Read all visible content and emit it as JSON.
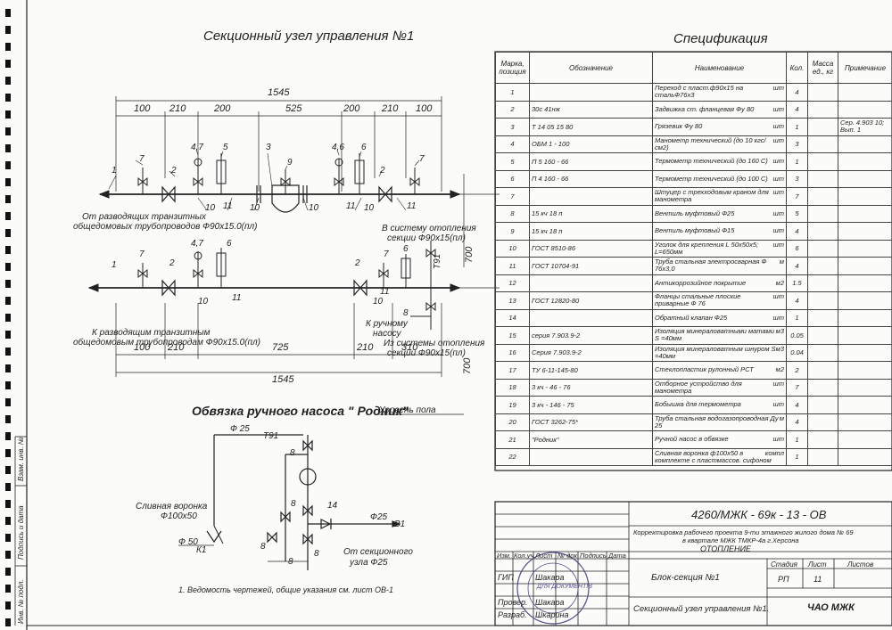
{
  "titles": {
    "unit": "Секционный узел управления №1",
    "spec": "Спецификация",
    "pump": "Обвязка ручного насоса \" Родник\"",
    "floor": "Уровень пола"
  },
  "dims_top": {
    "total": "1545",
    "parts": [
      "100",
      "210",
      "200",
      "525",
      "200",
      "210",
      "100"
    ]
  },
  "dims_bottom": {
    "total": "1545",
    "parts": [
      "100",
      "210",
      "725",
      "210",
      "310"
    ]
  },
  "dims_side": [
    "700",
    "700"
  ],
  "scheme_labels": {
    "from": "От  разводящих транзитных",
    "from2": "общедомовых трубопроводов Ф90х15.0(пл)",
    "to_system": "В систему отопления",
    "to_system2": "секции Ф90х15(пл)",
    "to": "К  разводящим транзитным",
    "to2": "общедомовым трубопроводам Ф90х15.0(пл)",
    "to_pump": "К ручному",
    "to_pump2": "насосу",
    "from_system": "Из системы отопления",
    "from_system2": "секции Ф90х15(пл)",
    "t91": "Т91"
  },
  "callouts_top": [
    "1",
    "7",
    "2",
    "4,7",
    "5",
    "3",
    "9",
    "4,6",
    "6",
    "2",
    "7",
    "10",
    "11",
    "10",
    "10",
    "11",
    "10",
    "11"
  ],
  "callouts_bottom": [
    "1",
    "7",
    "2",
    "4,7",
    "6",
    "2",
    "7",
    "6",
    "10",
    "11",
    "10",
    "11",
    "8"
  ],
  "pump_labels": {
    "d25": "Ф 25",
    "t91": "Т91",
    "drain": "Сливная воронка",
    "drain2": "Ф100х50",
    "d50": "Ф 50",
    "k1": "К1",
    "d25b": "Ф25",
    "b1": "В1",
    "from_unit": "От секционного",
    "from_unit2": "узла Ф25",
    "n8a": "8",
    "n8b": "8",
    "n8c": "8",
    "n8d": "8",
    "n8e": "8",
    "n14": "14"
  },
  "note": "1. Ведомость чертежей, общие указания см. лист ОВ-1",
  "spec": {
    "headers": [
      "Марка, позиция",
      "Обозначение",
      "Наименование",
      "Кол.",
      "Масса ед., кг",
      "Примечание"
    ],
    "rows": [
      {
        "pos": "1",
        "des": "",
        "name": "Переход с пласт.ф90х15 на стальФ76х3",
        "unit": "шт",
        "qty": "4",
        "mass": "",
        "note": ""
      },
      {
        "pos": "2",
        "des": "30с 41нж",
        "name": "Задвижка ст. фланцевая  Фу 80",
        "unit": "шт",
        "qty": "4",
        "mass": "",
        "note": ""
      },
      {
        "pos": "3",
        "des": "Т 14 05 15 80",
        "name": "Грязевик  Фу 80",
        "unit": "шт",
        "qty": "1",
        "mass": "",
        "note": "Сер. 4.903 10; Вып. 1"
      },
      {
        "pos": "4",
        "des": "ОБМ 1 - 100",
        "name": "Манометр технический (до 10 кгс/см2)",
        "unit": "шт",
        "qty": "3",
        "mass": "",
        "note": ""
      },
      {
        "pos": "5",
        "des": "П 5  160 - 66",
        "name": "Термометр технический (до 160 С)",
        "unit": "шт",
        "qty": "1",
        "mass": "",
        "note": ""
      },
      {
        "pos": "6",
        "des": "П 4  160 - 66",
        "name": "Термометр технический (до 100 С)",
        "unit": "шт",
        "qty": "3",
        "mass": "",
        "note": ""
      },
      {
        "pos": "7",
        "des": "",
        "name": "Штуцер с трехходовым  краном для манометра",
        "unit": "шт",
        "qty": "7",
        "mass": "",
        "note": ""
      },
      {
        "pos": "8",
        "des": "15 кч 18 п",
        "name": "Вентиль муфтовый   Ф25",
        "unit": "шт",
        "qty": "5",
        "mass": "",
        "note": ""
      },
      {
        "pos": "9",
        "des": "15 кч 18 п",
        "name": "Вентиль муфтовый  Ф15",
        "unit": "шт",
        "qty": "4",
        "mass": "",
        "note": ""
      },
      {
        "pos": "10",
        "des": "ГОСТ 8510-86",
        "name": "Уголок для крепления L 50х50х5;   L=650мм",
        "unit": "шт",
        "qty": "6",
        "mass": "",
        "note": ""
      },
      {
        "pos": "11",
        "des": "ГОСТ 10704-91",
        "name": "Труба стальная электросварная Ф 76х3,0",
        "unit": "м",
        "qty": "4",
        "mass": "",
        "note": ""
      },
      {
        "pos": "12",
        "des": "",
        "name": "Антикоррозийное покрытие",
        "unit": "м2",
        "qty": "1.5",
        "mass": "",
        "note": ""
      },
      {
        "pos": "13",
        "des": "ГОСТ 12820-80",
        "name": "Фланцы стальные плоские приварные  Ф 76",
        "unit": "шт",
        "qty": "4",
        "mass": "",
        "note": ""
      },
      {
        "pos": "14",
        "des": "",
        "name": "Обратный клапан Ф25",
        "unit": "шт",
        "qty": "1",
        "mass": "",
        "note": ""
      },
      {
        "pos": "15",
        "des": "серия 7.903.9-2",
        "name": "Изоляция минераловатными матами    S  =40мм",
        "unit": "м3",
        "qty": "0.05",
        "mass": "",
        "note": ""
      },
      {
        "pos": "16",
        "des": "Серия 7.903.9-2",
        "name": "Изоляция минераловатным шнуром   S  =40мм",
        "unit": "м3",
        "qty": "0.04",
        "mass": "",
        "note": ""
      },
      {
        "pos": "17",
        "des": "ТУ 6-11-145-80",
        "name": "Стеклопластик рулонный РСТ",
        "unit": "м2",
        "qty": "2",
        "mass": "",
        "note": ""
      },
      {
        "pos": "18",
        "des": "3 кч - 46 - 76",
        "name": "Отборное устройство для манометра",
        "unit": "шт",
        "qty": "7",
        "mass": "",
        "note": ""
      },
      {
        "pos": "19",
        "des": "3 кч - 146 - 75",
        "name": "Бобышка для термометра",
        "unit": "шт",
        "qty": "4",
        "mass": "",
        "note": ""
      },
      {
        "pos": "20",
        "des": "ГОСТ 3262-75*",
        "name": "Труба стальная водогазопроводная  Ду 25",
        "unit": "м",
        "qty": "4",
        "mass": "",
        "note": ""
      },
      {
        "pos": "21",
        "des": "\"Родник\"",
        "name": "Ручной насос в обвязке",
        "unit": "шт",
        "qty": "1",
        "mass": "",
        "note": ""
      },
      {
        "pos": "22",
        "des": "",
        "name": "Сливная воронка ф100х50  в комплекте с пластмассов. сифоном",
        "unit": "компл",
        "qty": "1",
        "mass": "",
        "note": ""
      }
    ]
  },
  "stamp": {
    "code": "4260/МЖК - 69к - 13 - ОВ",
    "project": "Корректировка рабочего проекта 9-ти этажного жилого дома № 69",
    "project2": "в квартале МЖК ТМКР-4а  г.Херсона",
    "section": "ОТОПЛЕНИЕ",
    "block": "Блок-секция №1",
    "sheet_title": "Секционный узел управления №1.",
    "org": "ЧАО МЖК",
    "stage_h": "Стадия",
    "sheet_h": "Лист",
    "sheets_h": "Листов",
    "stage": "РП",
    "sheet": "11",
    "sheets": "",
    "cols": [
      "Изм.",
      "Кол.уч",
      "Лист",
      "№ док.",
      "Подпись",
      "Дата"
    ],
    "roles": [
      "ГИП",
      "Провер.",
      "Разраб."
    ],
    "names": [
      "Шакара",
      "Шакара",
      "Шкарина"
    ],
    "stamp_text": "ДЛЯ ДОКУМЕНТІВ"
  },
  "side": {
    "inv_podl": "Инв. № подл.",
    "sign_date": "Подпись и дата",
    "vzam": "Взам. инв. №"
  }
}
